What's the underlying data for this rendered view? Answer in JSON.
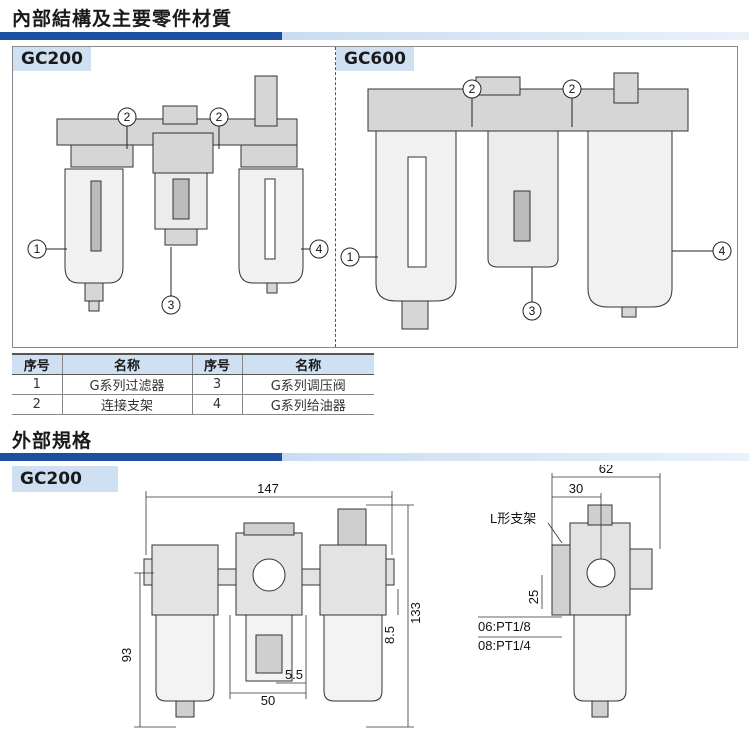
{
  "section1": {
    "title": "內部結構及主要零件材質"
  },
  "section2": {
    "title": "外部規格"
  },
  "panels": {
    "left_label": "GC200",
    "right_label": "GC600",
    "callouts": [
      "1",
      "2",
      "2",
      "3",
      "4"
    ],
    "right_callouts": [
      "1",
      "2",
      "2",
      "3",
      "4"
    ]
  },
  "parts_table": {
    "headers": [
      "序号",
      "名称",
      "序号",
      "名称"
    ],
    "rows": [
      [
        "1",
        "G系列过滤器",
        "3",
        "G系列调压阀"
      ],
      [
        "2",
        "连接支架",
        "4",
        "G系列给油器"
      ]
    ]
  },
  "spec": {
    "label": "GC200",
    "dims": {
      "width_total": "147",
      "height_total": "133",
      "height_lower": "93",
      "offset_85": "8.5",
      "offset_55": "5.5",
      "bottom_50": "50",
      "side_62": "62",
      "side_30": "30",
      "side_25": "25"
    },
    "bracket_label": "L形支架",
    "port_06": "06:PT1/8",
    "port_08": "08:PT1/4"
  },
  "colors": {
    "accent": "#1c4fa0",
    "header_bg": "#cfe0f3"
  }
}
